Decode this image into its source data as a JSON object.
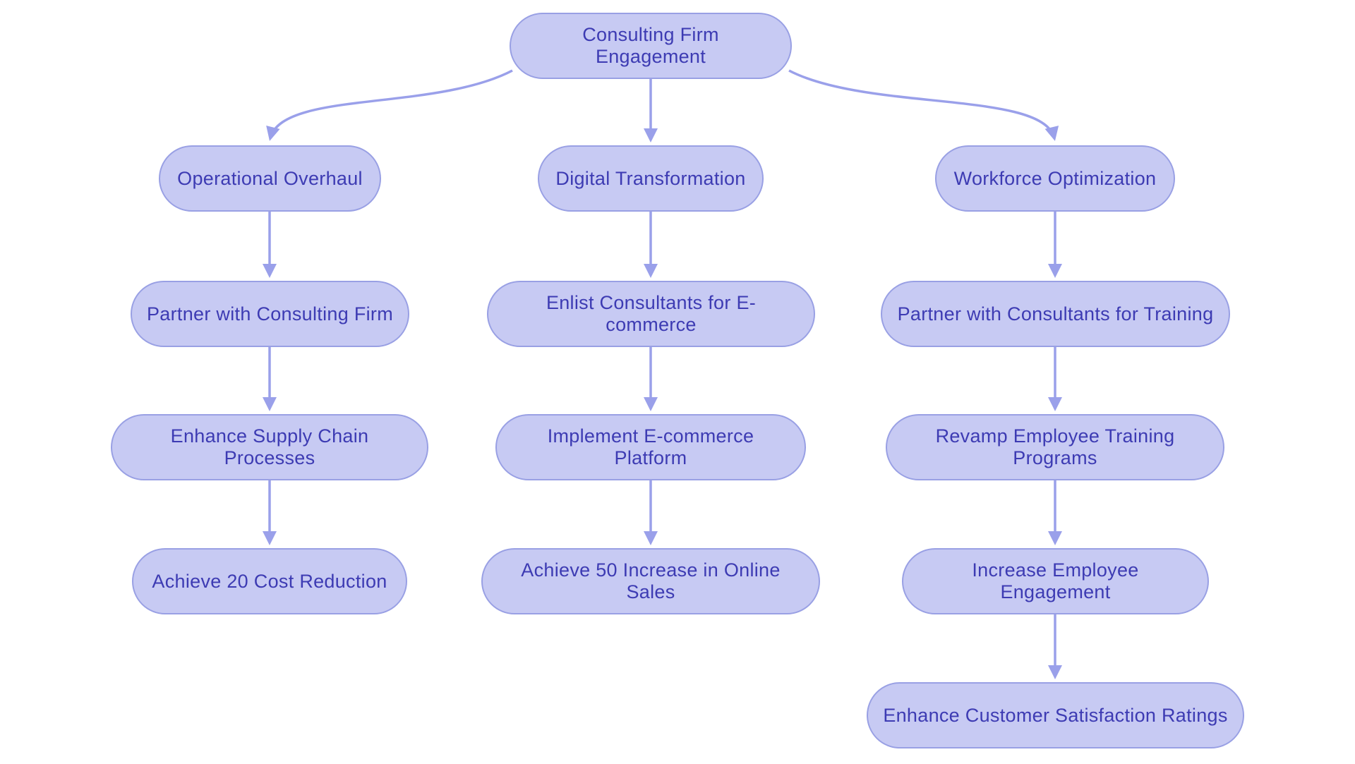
{
  "diagram": {
    "type": "flowchart",
    "background": "#ffffff",
    "colors": {
      "node_fill": "#c7caf3",
      "node_border": "#99a0e4",
      "node_text": "#3d3bb3",
      "arrow": "#9aa0ea"
    },
    "nodes": [
      {
        "id": "consulting-firm-engagement",
        "label": "Consulting Firm Engagement",
        "level": 0,
        "branch": "root"
      },
      {
        "id": "operational-overhaul",
        "label": "Operational Overhaul",
        "level": 1,
        "branch": "left"
      },
      {
        "id": "digital-transformation",
        "label": "Digital Transformation",
        "level": 1,
        "branch": "center"
      },
      {
        "id": "workforce-optimization",
        "label": "Workforce Optimization",
        "level": 1,
        "branch": "right"
      },
      {
        "id": "partner-with-consulting-firm",
        "label": "Partner with Consulting Firm",
        "level": 2,
        "branch": "left"
      },
      {
        "id": "enlist-consultants-ecommerce",
        "label": "Enlist Consultants for E-commerce",
        "level": 2,
        "branch": "center"
      },
      {
        "id": "partner-consultants-training",
        "label": "Partner with Consultants for Training",
        "level": 2,
        "branch": "right"
      },
      {
        "id": "enhance-supply-chain",
        "label": "Enhance Supply Chain Processes",
        "level": 3,
        "branch": "left"
      },
      {
        "id": "implement-ecommerce-platform",
        "label": "Implement E-commerce Platform",
        "level": 3,
        "branch": "center"
      },
      {
        "id": "revamp-training-programs",
        "label": "Revamp Employee Training Programs",
        "level": 3,
        "branch": "right"
      },
      {
        "id": "achieve-20-cost-reduction",
        "label": "Achieve 20 Cost Reduction",
        "level": 4,
        "branch": "left"
      },
      {
        "id": "achieve-50-online-sales",
        "label": "Achieve 50 Increase in Online Sales",
        "level": 4,
        "branch": "center"
      },
      {
        "id": "increase-employee-engagement",
        "label": "Increase Employee Engagement",
        "level": 4,
        "branch": "right"
      },
      {
        "id": "enhance-customer-satisfaction",
        "label": "Enhance Customer Satisfaction Ratings",
        "level": 5,
        "branch": "right"
      }
    ],
    "edges": [
      {
        "from": "consulting-firm-engagement",
        "to": "operational-overhaul"
      },
      {
        "from": "consulting-firm-engagement",
        "to": "digital-transformation"
      },
      {
        "from": "consulting-firm-engagement",
        "to": "workforce-optimization"
      },
      {
        "from": "operational-overhaul",
        "to": "partner-with-consulting-firm"
      },
      {
        "from": "partner-with-consulting-firm",
        "to": "enhance-supply-chain"
      },
      {
        "from": "enhance-supply-chain",
        "to": "achieve-20-cost-reduction"
      },
      {
        "from": "digital-transformation",
        "to": "enlist-consultants-ecommerce"
      },
      {
        "from": "enlist-consultants-ecommerce",
        "to": "implement-ecommerce-platform"
      },
      {
        "from": "implement-ecommerce-platform",
        "to": "achieve-50-online-sales"
      },
      {
        "from": "workforce-optimization",
        "to": "partner-consultants-training"
      },
      {
        "from": "partner-consultants-training",
        "to": "revamp-training-programs"
      },
      {
        "from": "revamp-training-programs",
        "to": "increase-employee-engagement"
      },
      {
        "from": "increase-employee-engagement",
        "to": "enhance-customer-satisfaction"
      }
    ]
  }
}
